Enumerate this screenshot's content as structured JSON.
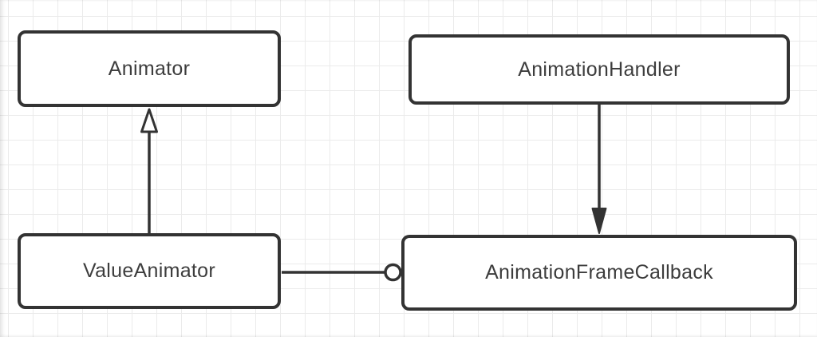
{
  "diagram": {
    "nodes": [
      {
        "id": "animator",
        "label": "Animator"
      },
      {
        "id": "animation-handler",
        "label": "AnimationHandler"
      },
      {
        "id": "value-animator",
        "label": "ValueAnimator"
      },
      {
        "id": "animation-frame-callback",
        "label": "AnimationFrameCallback"
      }
    ],
    "edges": [
      {
        "from": "ValueAnimator",
        "to": "Animator",
        "type": "inheritance",
        "marker": "hollow-triangle-up"
      },
      {
        "from": "AnimationHandler",
        "to": "AnimationFrameCallback",
        "type": "directed",
        "marker": "solid-triangle-down"
      },
      {
        "from": "ValueAnimator",
        "to": "AnimationFrameCallback",
        "type": "interface",
        "marker": "lollipop-circle"
      }
    ],
    "colors": {
      "stroke": "#333333",
      "text": "#3d3d3d",
      "node_fill": "#ffffff",
      "grid_line": "#ebebeb",
      "background": "#ffffff"
    }
  }
}
